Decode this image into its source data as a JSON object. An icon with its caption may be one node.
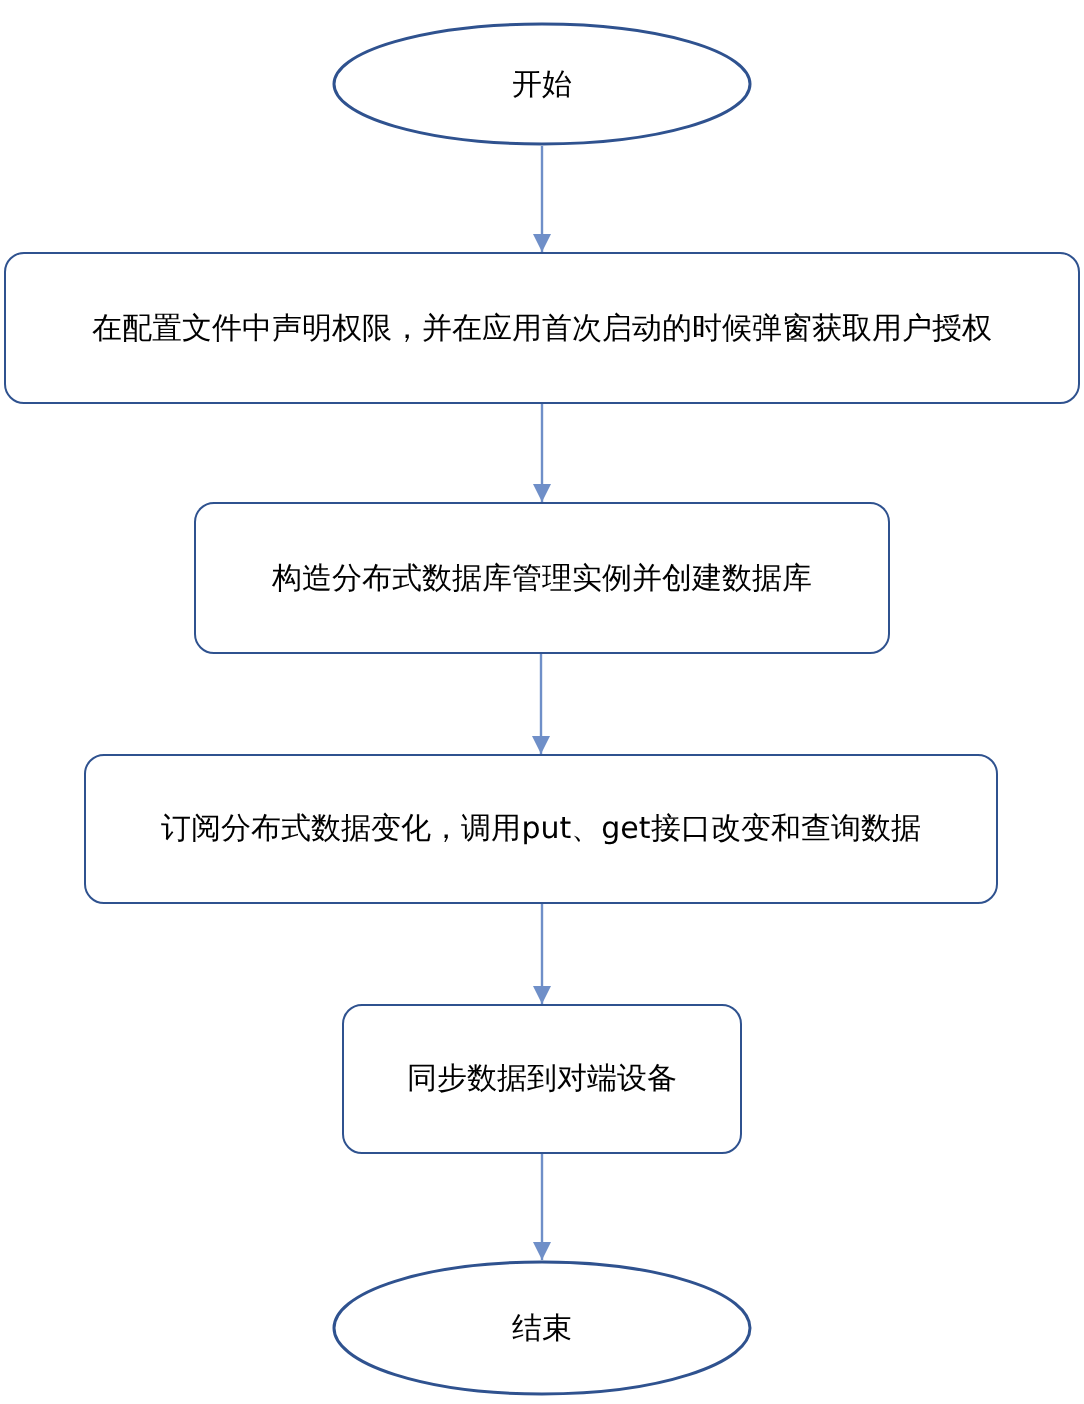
{
  "diagram": {
    "nodes": [
      {
        "text": [
          "开始"
        ]
      },
      {
        "text": [
          "在配置文件中声明权限，并在应用首次启动的时候弹窗获取用户授权"
        ]
      },
      {
        "text": [
          "构造分布式数据库管理实例并创建数据库"
        ]
      },
      {
        "text": [
          "订阅分布式数据变化，调用put、get接口改变和查询数据"
        ]
      },
      {
        "text": [
          "同步数据到对端设备"
        ]
      },
      {
        "text": [
          "结束"
        ]
      }
    ],
    "edges": [
      {
        "from": 0,
        "to": 1,
        "arrow": "to"
      },
      {
        "from": 1,
        "to": 2,
        "arrow": "to"
      },
      {
        "from": 2,
        "to": 3,
        "arrow": "to"
      },
      {
        "from": 3,
        "to": 4,
        "arrow": "to"
      },
      {
        "from": 4,
        "to": 5,
        "arrow": "to"
      }
    ]
  }
}
